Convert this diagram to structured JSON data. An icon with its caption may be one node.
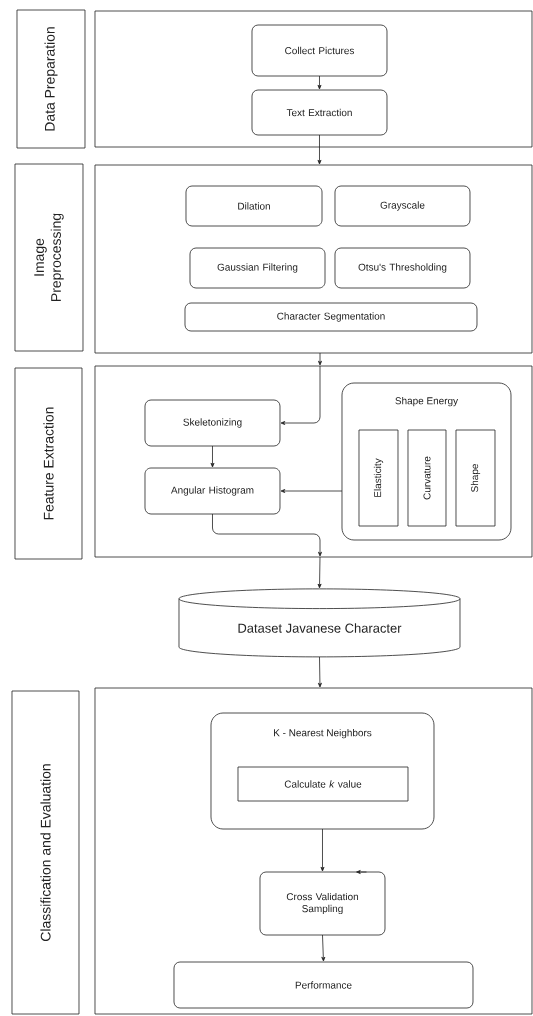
{
  "diagram": {
    "nodes": [
      {
        "text": [
          "Data Preparation"
        ]
      },
      {
        "text": [],
        "shape": "box"
      },
      {
        "text": [
          "Collect Pictures"
        ],
        "in": 1
      },
      {
        "text": [
          "Text Extraction"
        ],
        "in": 1
      },
      {
        "text": [
          "Image Preprocessing"
        ]
      },
      {
        "text": [],
        "shape": "box"
      },
      {
        "text": [
          "Dilation"
        ],
        "in": 5
      },
      {
        "text": [
          "Grayscale"
        ],
        "in": 5
      },
      {
        "text": [
          "Gaussian Filtering"
        ],
        "in": 5
      },
      {
        "text": [
          "Otsu's Thresholding"
        ],
        "in": 5
      },
      {
        "text": [
          "Character Segmentation"
        ],
        "in": 5
      },
      {
        "text": [
          "Feature Extraction"
        ]
      },
      {
        "text": [],
        "shape": "box"
      },
      {
        "text": [
          "Skeletonizing"
        ],
        "in": 12
      },
      {
        "text": [
          "Angular Histogram"
        ],
        "in": 12
      },
      {
        "text": [
          "Shape Energy"
        ],
        "in": 12
      },
      {
        "text": [
          "Elasticity"
        ],
        "in": 15
      },
      {
        "text": [
          "Curvature"
        ],
        "in": 15
      },
      {
        "text": [
          "Shape"
        ],
        "in": 15
      },
      {
        "text": [
          "Dataset Javanese Character"
        ]
      },
      {
        "text": [
          "Classification and Evaluation"
        ]
      },
      {
        "text": [],
        "shape": "box"
      },
      {
        "text": [
          "K - Nearest Neighbors"
        ],
        "in": 21
      },
      {
        "text": [
          "Calculate *k* value"
        ],
        "in": 22
      },
      {
        "text": [
          "Cross Validation Sampling"
        ],
        "in": 21
      },
      {
        "text": [
          "Performance"
        ],
        "in": 21
      }
    ],
    "edges": [
      {
        "from": 2,
        "to": 3,
        "arrow": "to"
      },
      {
        "from": 3,
        "to": 5,
        "arrow": "to"
      },
      {
        "from": 5,
        "to": 12,
        "arrow": "to"
      },
      {
        "from": 12,
        "to": 13,
        "arrow": "to"
      },
      {
        "from": 13,
        "to": 14,
        "arrow": "to"
      },
      {
        "from": 15,
        "to": 14,
        "arrow": "to"
      },
      {
        "from": 14,
        "to": 12,
        "arrow": "to"
      },
      {
        "from": 12,
        "to": 19,
        "arrow": "to"
      },
      {
        "from": 19,
        "to": 21,
        "arrow": "to"
      },
      {
        "from": 22,
        "to": 24,
        "arrow": "to"
      },
      {
        "from": 24,
        "to": null,
        "arrow": "to"
      },
      {
        "from": 24,
        "to": 25,
        "arrow": "to"
      }
    ]
  }
}
